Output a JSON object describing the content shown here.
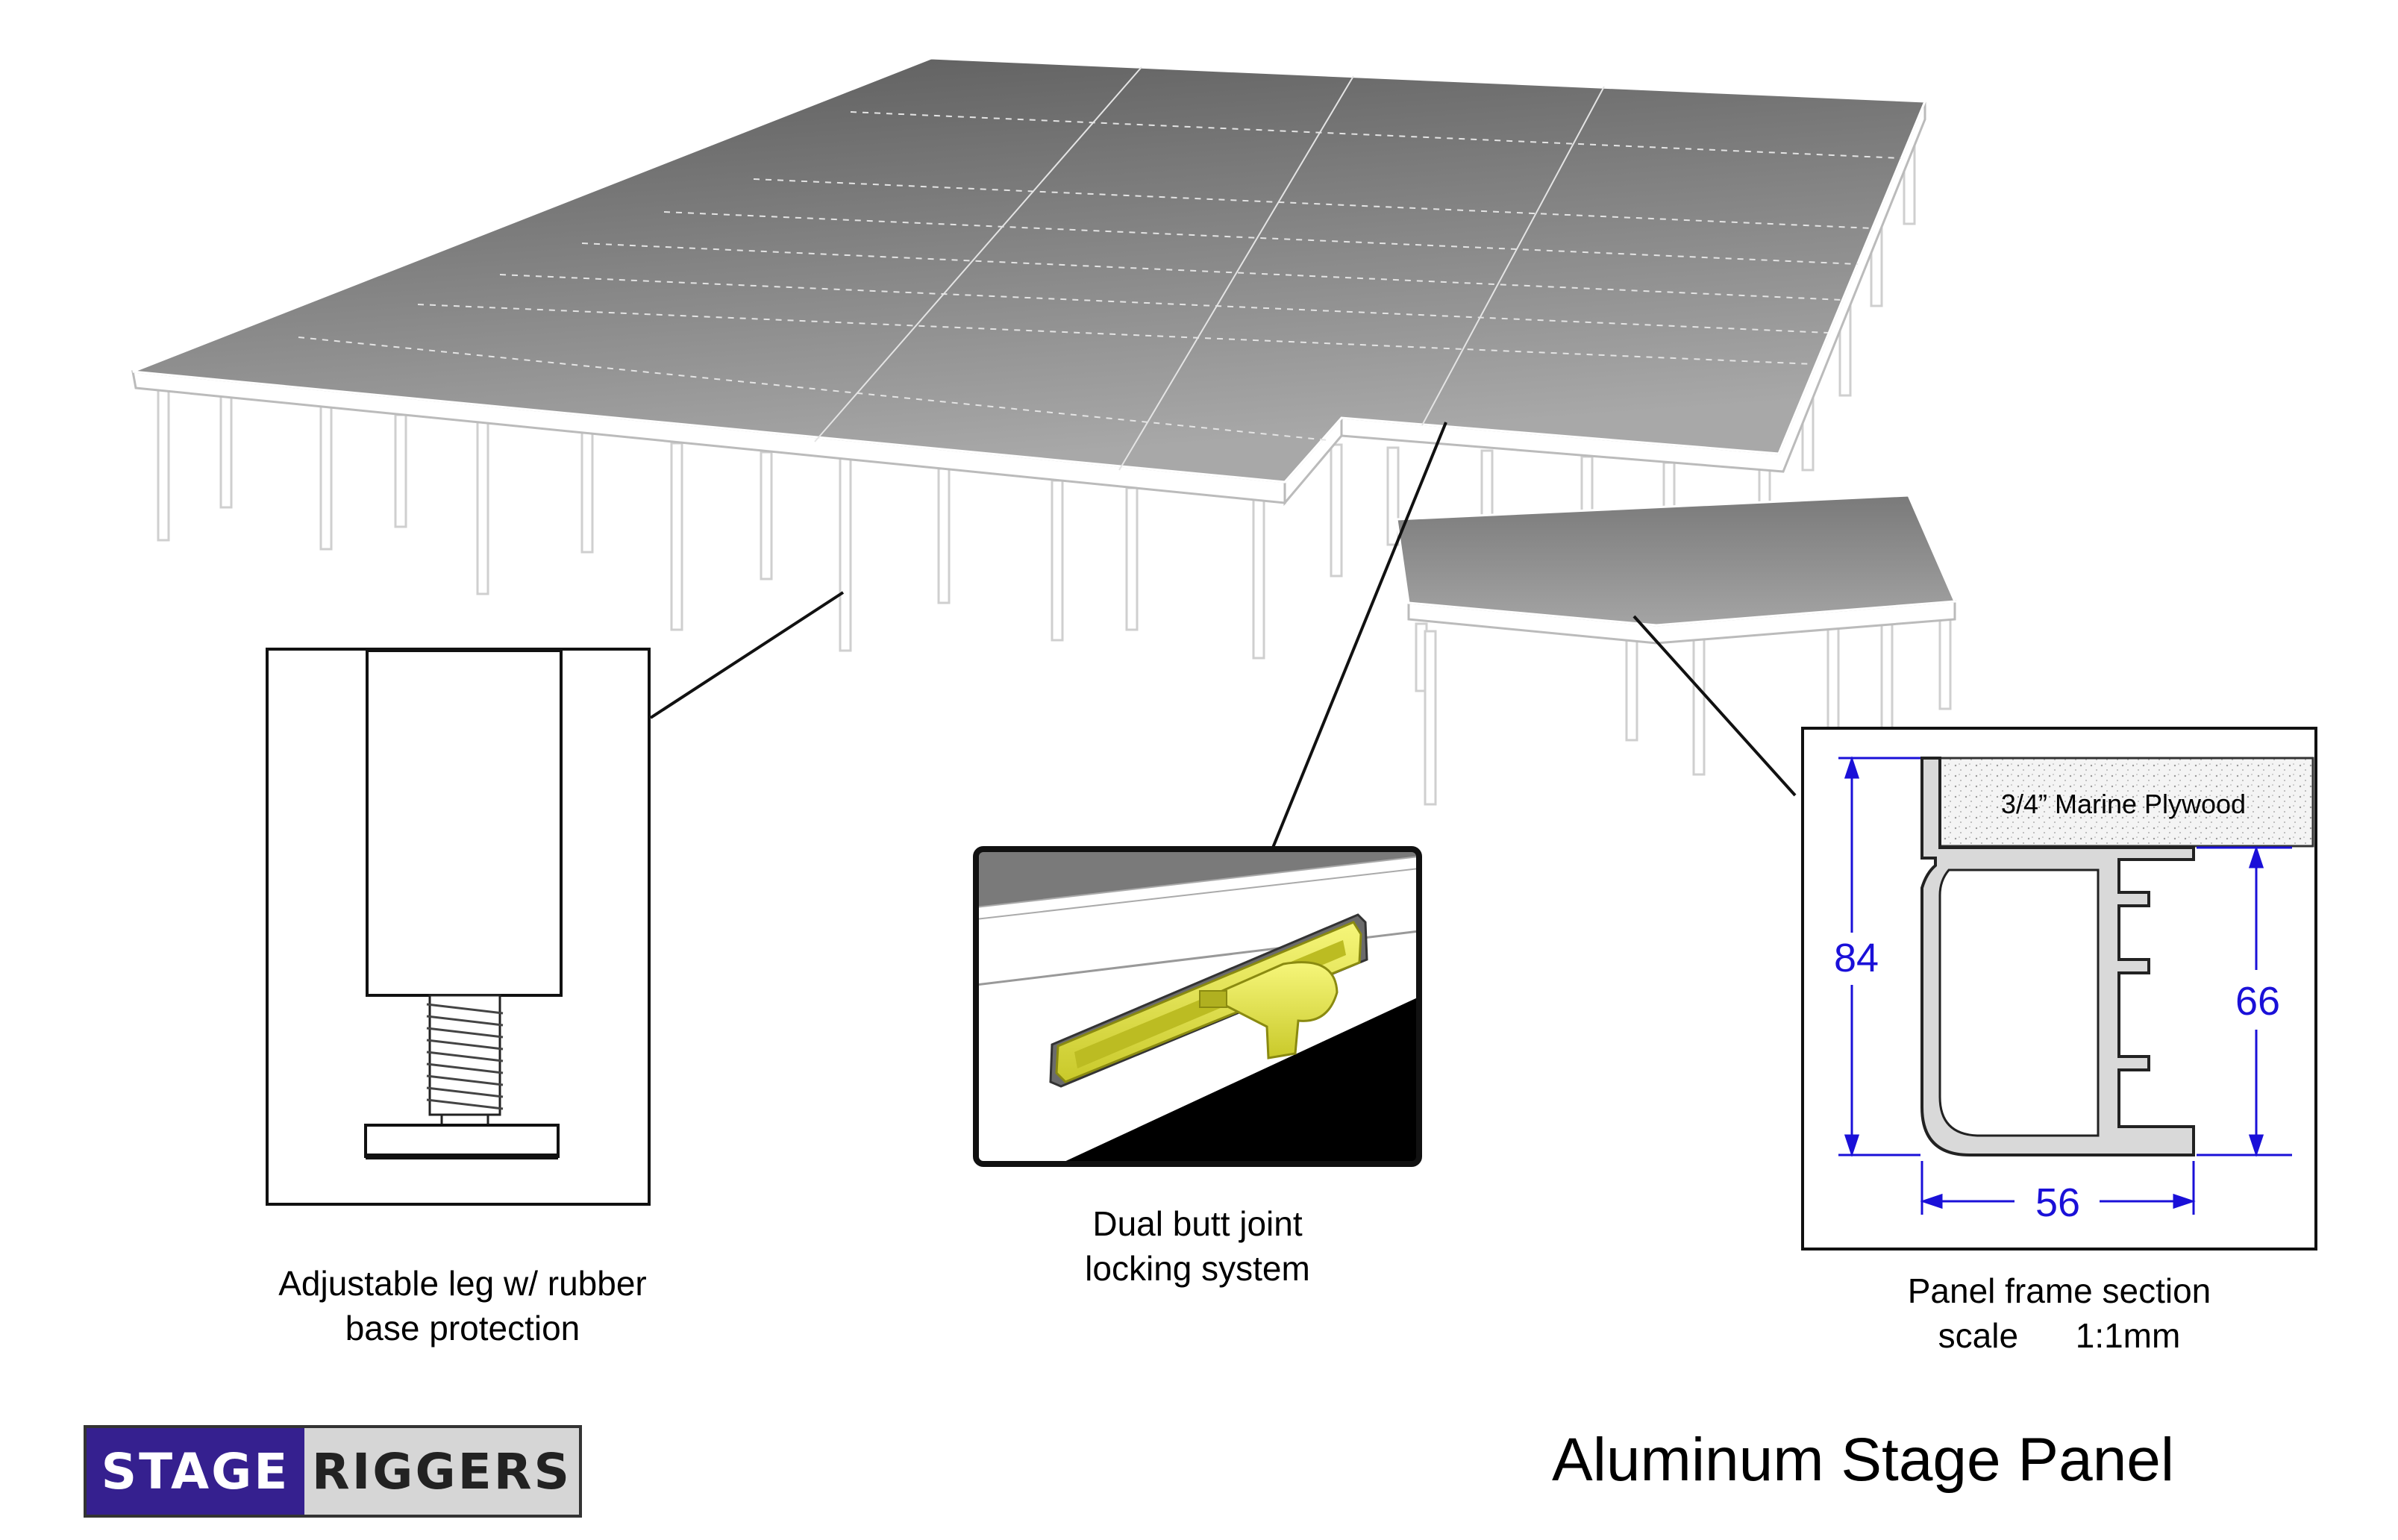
{
  "captions": {
    "leg": [
      "Adjustable leg w/ rubber",
      "base protection"
    ],
    "joint": [
      "Dual butt joint",
      "locking system"
    ],
    "section": [
      "Panel frame section",
      "scale      1:1mm"
    ]
  },
  "section_detail": {
    "plywood_label": "3/4” Marine Plywood",
    "dim_height_total": "84",
    "dim_height_frame": "66",
    "dim_width": "56",
    "dimension_color": "#1a10d8"
  },
  "title": "Aluminum Stage Panel",
  "logo": {
    "part1": "STAGE",
    "part2": "RIGGERS",
    "part1_color": "#35208f"
  },
  "colors": {
    "deck_dark": "#5e5e5e",
    "deck_light": "#a9a9a9",
    "latch": "#e8e84a"
  }
}
